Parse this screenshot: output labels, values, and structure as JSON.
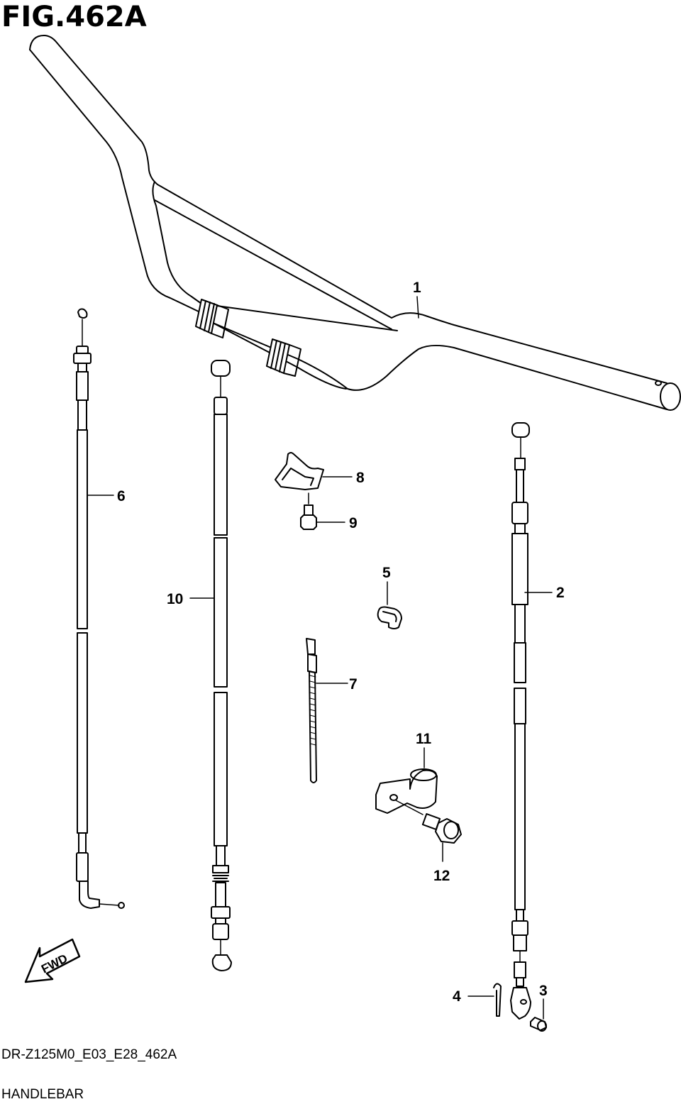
{
  "figure": {
    "title": "FIG.462A",
    "model_code": "DR-Z125M0_E03_E28_462A",
    "section_name": "HANDLEBAR"
  },
  "callouts": [
    {
      "id": "1",
      "label": "1"
    },
    {
      "id": "2",
      "label": "2"
    },
    {
      "id": "3",
      "label": "3"
    },
    {
      "id": "4",
      "label": "4"
    },
    {
      "id": "5",
      "label": "5"
    },
    {
      "id": "6",
      "label": "6"
    },
    {
      "id": "7",
      "label": "7"
    },
    {
      "id": "8",
      "label": "8"
    },
    {
      "id": "9",
      "label": "9"
    },
    {
      "id": "10",
      "label": "10"
    },
    {
      "id": "11",
      "label": "11"
    },
    {
      "id": "12",
      "label": "12"
    }
  ],
  "direction_indicator": {
    "label": "FWD"
  }
}
